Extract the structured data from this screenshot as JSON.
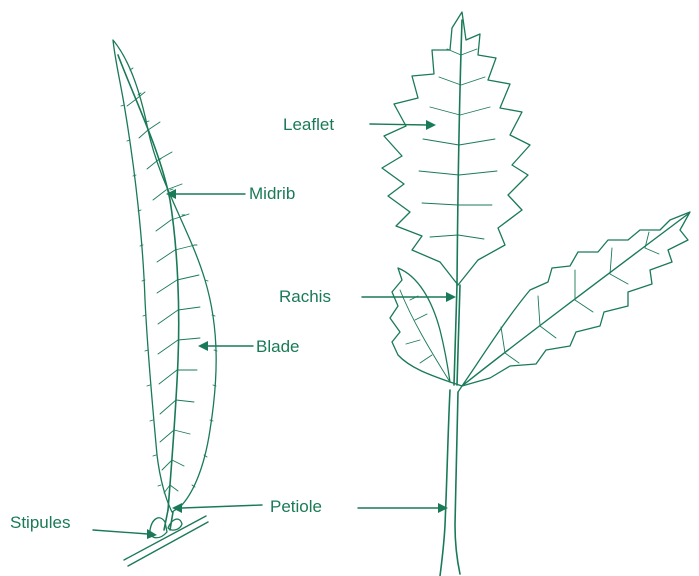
{
  "colors": {
    "ink": "#1a7a57",
    "label": "#1a7a57",
    "background": "#ffffff"
  },
  "labels": {
    "leaflet": "Leaflet",
    "midrib": "Midrib",
    "rachis": "Rachis",
    "blade": "Blade",
    "petiole": "Petiole",
    "stipules": "Stipules"
  }
}
